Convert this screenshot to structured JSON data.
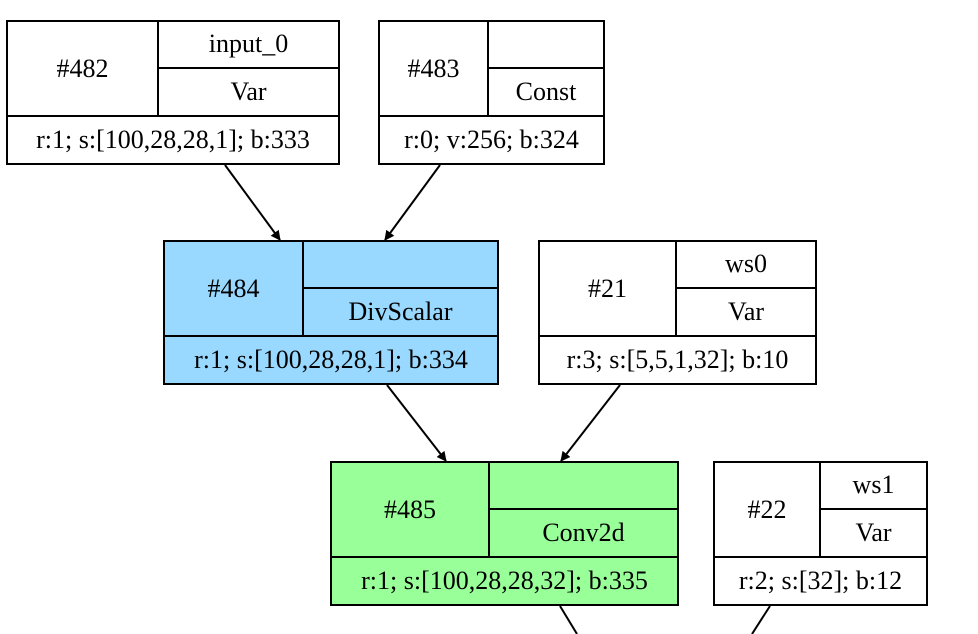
{
  "nodes": [
    {
      "key": "n482",
      "id": "#482",
      "name": "input_0",
      "type": "Var",
      "info": "r:1; s:[100,28,28,1]; b:333",
      "fill": "#ffffff"
    },
    {
      "key": "n483",
      "id": "#483",
      "name": "",
      "type": "Const",
      "info": "r:0; v:256; b:324",
      "fill": "#ffffff"
    },
    {
      "key": "n484",
      "id": "#484",
      "name": "",
      "type": "DivScalar",
      "info": "r:1; s:[100,28,28,1]; b:334",
      "fill": "#99d9ff"
    },
    {
      "key": "n21",
      "id": "#21",
      "name": "ws0",
      "type": "Var",
      "info": "r:3; s:[5,5,1,32]; b:10",
      "fill": "#ffffff"
    },
    {
      "key": "n485",
      "id": "#485",
      "name": "",
      "type": "Conv2d",
      "info": "r:1; s:[100,28,28,32]; b:335",
      "fill": "#99ff99"
    },
    {
      "key": "n22",
      "id": "#22",
      "name": "ws1",
      "type": "Var",
      "info": "r:2; s:[32]; b:12",
      "fill": "#ffffff"
    }
  ],
  "edges": [
    {
      "from": "#482",
      "to": "#484"
    },
    {
      "from": "#483",
      "to": "#484"
    },
    {
      "from": "#484",
      "to": "#485"
    },
    {
      "from": "#21",
      "to": "#485"
    },
    {
      "from": "#485",
      "to": ""
    },
    {
      "from": "#22",
      "to": ""
    }
  ]
}
